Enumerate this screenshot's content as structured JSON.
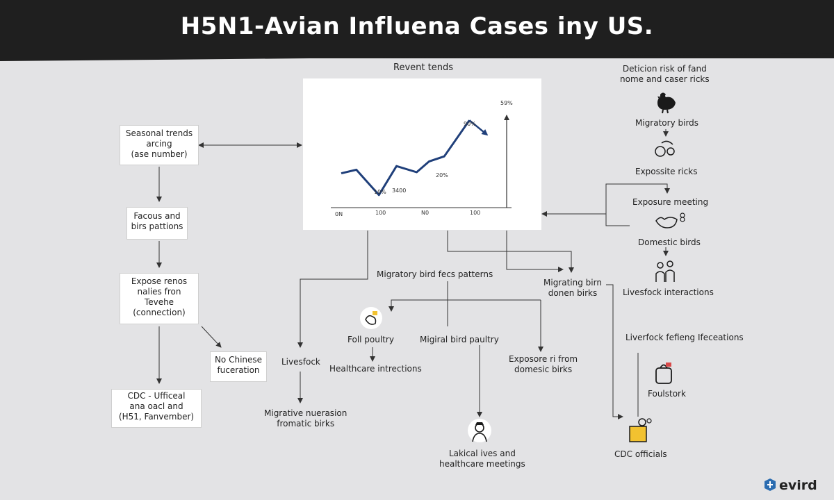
{
  "title": "H5N1-Avian Influena Cases iny US.",
  "chart": {
    "heading": "Revent tends",
    "points": [
      {
        "x": 0,
        "y": 9.5
      },
      {
        "x": 0.6,
        "y": 10.5
      },
      {
        "x": 1.5,
        "y": 3.5
      },
      {
        "x": 2.2,
        "y": 11.5
      },
      {
        "x": 3.0,
        "y": 9.8
      },
      {
        "x": 3.5,
        "y": 12.8
      },
      {
        "x": 4.1,
        "y": 14.2
      },
      {
        "x": 5.1,
        "y": 24.2
      },
      {
        "x": 5.8,
        "y": 20.2
      }
    ],
    "xlim": [
      0,
      6.5
    ],
    "ylim": [
      0,
      30
    ],
    "data_labels": [
      "10%",
      "3400",
      "20%",
      "90%",
      "59%"
    ],
    "x_ticks": [
      "0N",
      "100",
      "N0",
      "100"
    ]
  },
  "left": {
    "box1": [
      "Seasonal trends",
      "arcing",
      "(ase number)"
    ],
    "box2": [
      "Facous and",
      "birs pattions"
    ],
    "box3": [
      "Expose renos",
      "nalies fron",
      "Tevehe",
      "(connection)"
    ],
    "box4": [
      "CDC - Ufficeal",
      "ana oacl and",
      "(H51, Fanvember)"
    ],
    "box5": [
      "No Chinese",
      "fuceration"
    ]
  },
  "middle": {
    "migratory_patterns": "Migratory bird fecs patterns",
    "migrating_birn": [
      "Migrating birn",
      "donen birks"
    ],
    "livestock": "Livesfock",
    "foll_poultry": "Foll poultry",
    "migiral_poultry": "Migiral bird paultry",
    "healthcare_interactions": "Healthcare intrections",
    "exposure_domestic": [
      "Exposore ri from",
      "domesic birks"
    ],
    "migrative": [
      "Migrative nuerasion",
      "fromatic birks"
    ],
    "lakical": [
      "Lakical ives and",
      "healthcare meetings"
    ]
  },
  "right": {
    "heading": [
      "Deticion risk of fand",
      "nome and caser ricks"
    ],
    "migratory_birds": "Migratory birds",
    "exposure_ricks": "Expossite ricks",
    "exposure_meeting": "Exposure meeting",
    "domestic_birds": "Domestic birds",
    "livestock_interactions": "Livesfock interactions",
    "livestock_feeding": "Liverfock fefieng Ifeceations",
    "foulstork": "Foulstork",
    "cdc_officials": "CDC officials"
  },
  "brand": "evird",
  "colors": {
    "line": "#1f3f7a",
    "title_bar": "#1f1f1f",
    "background": "#e3e3e5"
  }
}
